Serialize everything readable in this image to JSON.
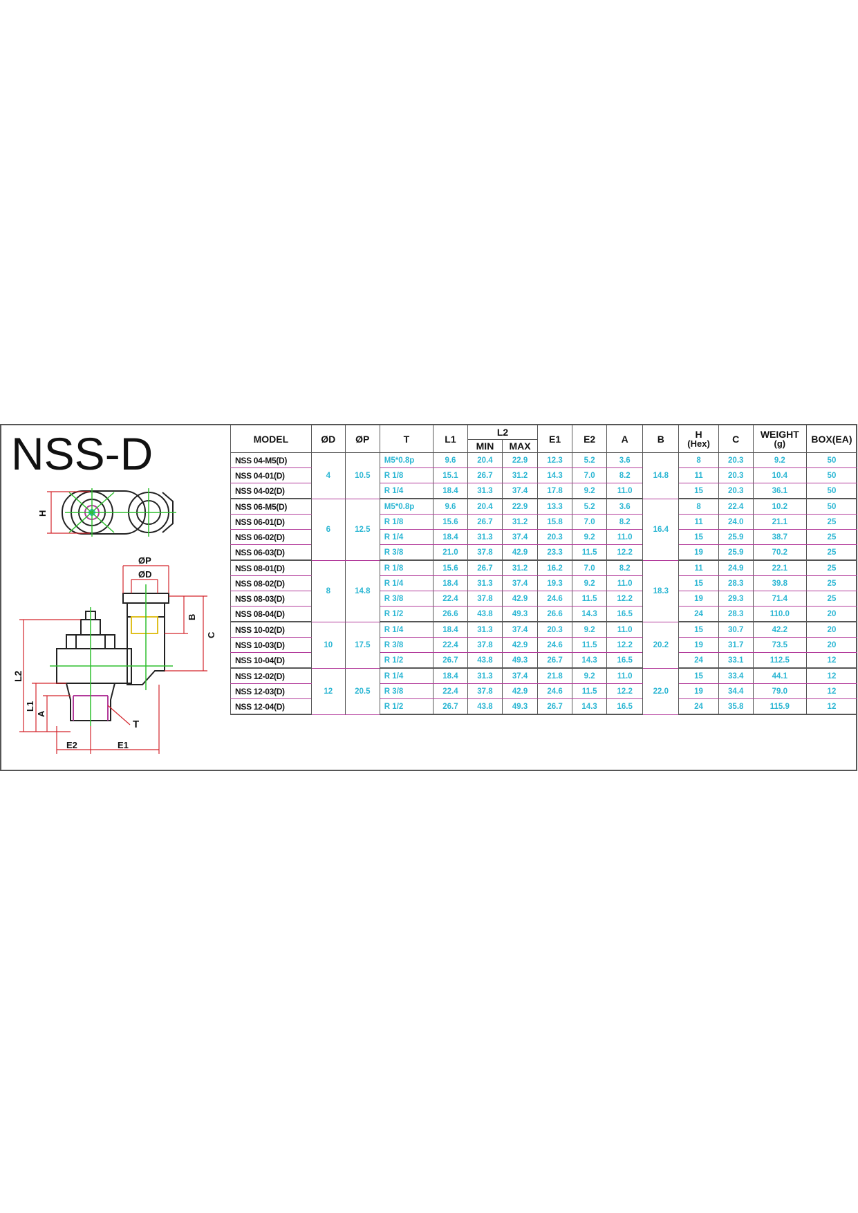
{
  "title": "NSS-D",
  "colors": {
    "value": "#2bb6d3",
    "row_line": "#b23a9a",
    "border": "#555555",
    "text": "#111111"
  },
  "drawing_labels": {
    "h": "H",
    "op": "ØP",
    "od": "ØD",
    "b": "B",
    "c": "C",
    "l2": "L2",
    "l1": "L1",
    "a": "A",
    "t": "T",
    "e2": "E2",
    "e1": "E1"
  },
  "headers": {
    "model": "MODEL",
    "od": "ØD",
    "op": "ØP",
    "t": "T",
    "l1": "L1",
    "l2": "L2",
    "min": "MIN",
    "max": "MAX",
    "e1": "E1",
    "e2": "E2",
    "a": "A",
    "b": "B",
    "h": "H",
    "h_sub": "(Hex)",
    "c": "C",
    "weight": "WEIGHT",
    "weight_sub": "(g)",
    "box": "BOX(EA)"
  },
  "groups": [
    {
      "od": "4",
      "op": "10.5",
      "b": "14.8",
      "rows": [
        {
          "model": "NSS 04-M5(D)",
          "t": "M5*0.8p",
          "l1": "9.6",
          "min": "20.4",
          "max": "22.9",
          "e1": "12.3",
          "e2": "5.2",
          "a": "3.6",
          "h": "8",
          "c": "20.3",
          "w": "9.2",
          "box": "50"
        },
        {
          "model": "NSS 04-01(D)",
          "t": "R 1/8",
          "l1": "15.1",
          "min": "26.7",
          "max": "31.2",
          "e1": "14.3",
          "e2": "7.0",
          "a": "8.2",
          "h": "11",
          "c": "20.3",
          "w": "10.4",
          "box": "50"
        },
        {
          "model": "NSS 04-02(D)",
          "t": "R 1/4",
          "l1": "18.4",
          "min": "31.3",
          "max": "37.4",
          "e1": "17.8",
          "e2": "9.2",
          "a": "11.0",
          "h": "15",
          "c": "20.3",
          "w": "36.1",
          "box": "50"
        }
      ]
    },
    {
      "od": "6",
      "op": "12.5",
      "b": "16.4",
      "rows": [
        {
          "model": "NSS 06-M5(D)",
          "t": "M5*0.8p",
          "l1": "9.6",
          "min": "20.4",
          "max": "22.9",
          "e1": "13.3",
          "e2": "5.2",
          "a": "3.6",
          "h": "8",
          "c": "22.4",
          "w": "10.2",
          "box": "50"
        },
        {
          "model": "NSS 06-01(D)",
          "t": "R 1/8",
          "l1": "15.6",
          "min": "26.7",
          "max": "31.2",
          "e1": "15.8",
          "e2": "7.0",
          "a": "8.2",
          "h": "11",
          "c": "24.0",
          "w": "21.1",
          "box": "25"
        },
        {
          "model": "NSS 06-02(D)",
          "t": "R 1/4",
          "l1": "18.4",
          "min": "31.3",
          "max": "37.4",
          "e1": "20.3",
          "e2": "9.2",
          "a": "11.0",
          "h": "15",
          "c": "25.9",
          "w": "38.7",
          "box": "25"
        },
        {
          "model": "NSS 06-03(D)",
          "t": "R 3/8",
          "l1": "21.0",
          "min": "37.8",
          "max": "42.9",
          "e1": "23.3",
          "e2": "11.5",
          "a": "12.2",
          "h": "19",
          "c": "25.9",
          "w": "70.2",
          "box": "25"
        }
      ]
    },
    {
      "od": "8",
      "op": "14.8",
      "b": "18.3",
      "rows": [
        {
          "model": "NSS 08-01(D)",
          "t": "R 1/8",
          "l1": "15.6",
          "min": "26.7",
          "max": "31.2",
          "e1": "16.2",
          "e2": "7.0",
          "a": "8.2",
          "h": "11",
          "c": "24.9",
          "w": "22.1",
          "box": "25"
        },
        {
          "model": "NSS 08-02(D)",
          "t": "R 1/4",
          "l1": "18.4",
          "min": "31.3",
          "max": "37.4",
          "e1": "19.3",
          "e2": "9.2",
          "a": "11.0",
          "h": "15",
          "c": "28.3",
          "w": "39.8",
          "box": "25"
        },
        {
          "model": "NSS 08-03(D)",
          "t": "R 3/8",
          "l1": "22.4",
          "min": "37.8",
          "max": "42.9",
          "e1": "24.6",
          "e2": "11.5",
          "a": "12.2",
          "h": "19",
          "c": "29.3",
          "w": "71.4",
          "box": "25"
        },
        {
          "model": "NSS 08-04(D)",
          "t": "R 1/2",
          "l1": "26.6",
          "min": "43.8",
          "max": "49.3",
          "e1": "26.6",
          "e2": "14.3",
          "a": "16.5",
          "h": "24",
          "c": "28.3",
          "w": "110.0",
          "box": "20"
        }
      ]
    },
    {
      "od": "10",
      "op": "17.5",
      "b": "20.2",
      "rows": [
        {
          "model": "NSS 10-02(D)",
          "t": "R 1/4",
          "l1": "18.4",
          "min": "31.3",
          "max": "37.4",
          "e1": "20.3",
          "e2": "9.2",
          "a": "11.0",
          "h": "15",
          "c": "30.7",
          "w": "42.2",
          "box": "20"
        },
        {
          "model": "NSS 10-03(D)",
          "t": "R 3/8",
          "l1": "22.4",
          "min": "37.8",
          "max": "42.9",
          "e1": "24.6",
          "e2": "11.5",
          "a": "12.2",
          "h": "19",
          "c": "31.7",
          "w": "73.5",
          "box": "20"
        },
        {
          "model": "NSS 10-04(D)",
          "t": "R 1/2",
          "l1": "26.7",
          "min": "43.8",
          "max": "49.3",
          "e1": "26.7",
          "e2": "14.3",
          "a": "16.5",
          "h": "24",
          "c": "33.1",
          "w": "112.5",
          "box": "12"
        }
      ]
    },
    {
      "od": "12",
      "op": "20.5",
      "b": "22.0",
      "rows": [
        {
          "model": "NSS 12-02(D)",
          "t": "R 1/4",
          "l1": "18.4",
          "min": "31.3",
          "max": "37.4",
          "e1": "21.8",
          "e2": "9.2",
          "a": "11.0",
          "h": "15",
          "c": "33.4",
          "w": "44.1",
          "box": "12"
        },
        {
          "model": "NSS 12-03(D)",
          "t": "R 3/8",
          "l1": "22.4",
          "min": "37.8",
          "max": "42.9",
          "e1": "24.6",
          "e2": "11.5",
          "a": "12.2",
          "h": "19",
          "c": "34.4",
          "w": "79.0",
          "box": "12"
        },
        {
          "model": "NSS 12-04(D)",
          "t": "R 1/2",
          "l1": "26.7",
          "min": "43.8",
          "max": "49.3",
          "e1": "26.7",
          "e2": "14.3",
          "a": "16.5",
          "h": "24",
          "c": "35.8",
          "w": "115.9",
          "box": "12"
        }
      ]
    }
  ]
}
